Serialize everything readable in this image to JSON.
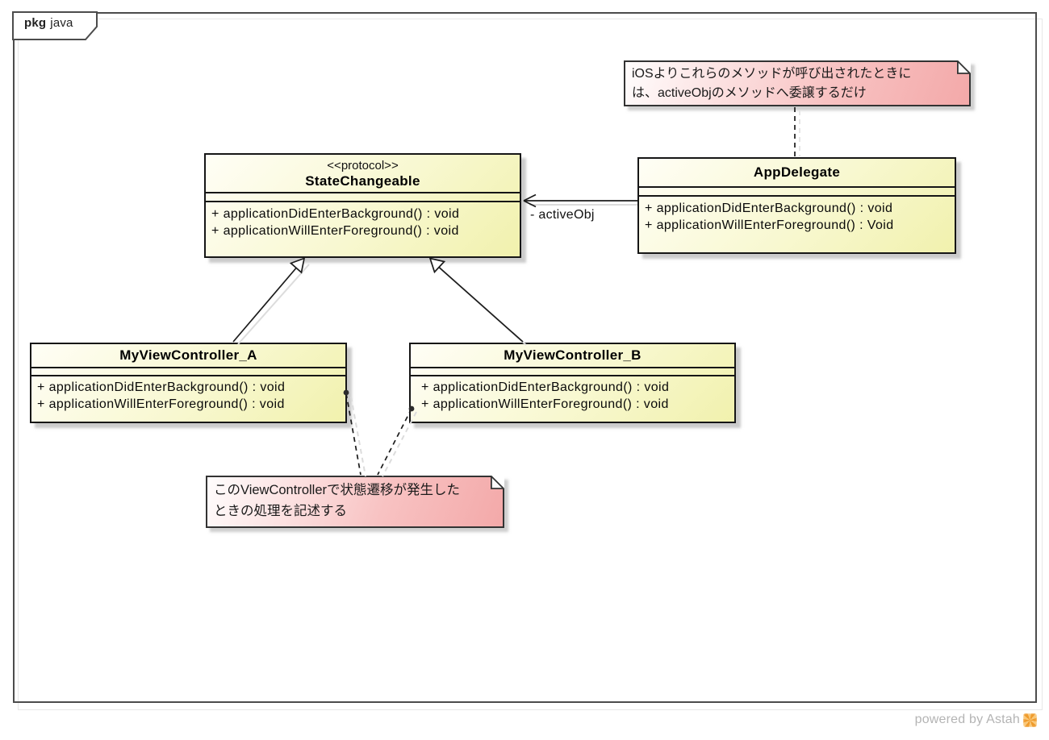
{
  "frame": {
    "keyword": "pkg",
    "name": "java"
  },
  "classes": [
    {
      "stereotype": "<<protocol>>",
      "name": "StateChangeable",
      "attributes": [],
      "operations": [
        "+ applicationDidEnterBackground() : void",
        "+ applicationWillEnterForeground() : void"
      ]
    },
    {
      "stereotype": "",
      "name": "AppDelegate",
      "attributes": [],
      "operations": [
        "+ applicationDidEnterBackground() : void",
        "+ applicationWillEnterForeground() : Void"
      ]
    },
    {
      "stereotype": "",
      "name": "MyViewController_A",
      "attributes": [],
      "operations": [
        "+ applicationDidEnterBackground() : void",
        "+ applicationWillEnterForeground() : void"
      ]
    },
    {
      "stereotype": "",
      "name": "MyViewController_B",
      "attributes": [],
      "operations": [
        "+ applicationDidEnterBackground() : void",
        "+ applicationWillEnterForeground() : void"
      ]
    }
  ],
  "notes": [
    {
      "lines": [
        "iOSよりこれらのメソッドが呼び出されたときに",
        "は、activeObjのメソッドへ委譲するだけ"
      ],
      "attached_to": "AppDelegate"
    },
    {
      "lines": [
        "このViewControllerで状態遷移が発生した",
        "ときの処理を記述する"
      ],
      "attached_to": "MyViewController_A, MyViewController_B"
    }
  ],
  "relations": [
    {
      "type": "association",
      "from": "AppDelegate",
      "to": "StateChangeable",
      "label": "- activeObj",
      "arrowhead": "open"
    },
    {
      "type": "generalization",
      "from": "MyViewController_A",
      "to": "StateChangeable",
      "arrowhead": "hollow-triangle"
    },
    {
      "type": "generalization",
      "from": "MyViewController_B",
      "to": "StateChangeable",
      "arrowhead": "hollow-triangle"
    },
    {
      "type": "note-anchor",
      "from": "note-0",
      "to": "AppDelegate"
    },
    {
      "type": "note-anchor",
      "from": "note-1",
      "to": "MyViewController_A"
    },
    {
      "type": "note-anchor",
      "from": "note-1",
      "to": "MyViewController_B"
    }
  ],
  "footer": {
    "powered_by": "powered by Astah"
  },
  "colors": {
    "class_fill_light": "#fffef6",
    "class_fill_dark": "#f1f1ad",
    "note_fill_light": "#fffdfd",
    "note_fill_dark": "#f3a9a9",
    "border": "#161616",
    "frame_border": "#4c4c4c",
    "shadow": "#c4c4c4",
    "footer_text": "#b4b4b4",
    "logo_orange": "#ef9b2d"
  }
}
